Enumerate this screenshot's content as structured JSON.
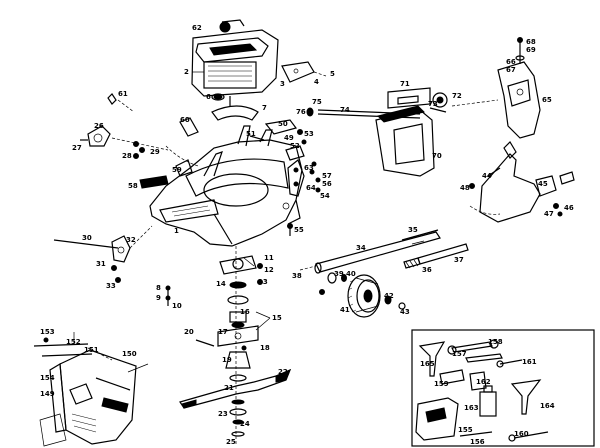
{
  "parts": [
    {
      "n": "1"
    },
    {
      "n": "2"
    },
    {
      "n": "3"
    },
    {
      "n": "4"
    },
    {
      "n": "5"
    },
    {
      "n": "6"
    },
    {
      "n": "7"
    },
    {
      "n": "8"
    },
    {
      "n": "9"
    },
    {
      "n": "10"
    },
    {
      "n": "11"
    },
    {
      "n": "12"
    },
    {
      "n": "13"
    },
    {
      "n": "14"
    },
    {
      "n": "15"
    },
    {
      "n": "16"
    },
    {
      "n": "17"
    },
    {
      "n": "18"
    },
    {
      "n": "19"
    },
    {
      "n": "20"
    },
    {
      "n": "21"
    },
    {
      "n": "22"
    },
    {
      "n": "23"
    },
    {
      "n": "24"
    },
    {
      "n": "25"
    },
    {
      "n": "26"
    },
    {
      "n": "27"
    },
    {
      "n": "28"
    },
    {
      "n": "29"
    },
    {
      "n": "30"
    },
    {
      "n": "31"
    },
    {
      "n": "32"
    },
    {
      "n": "33"
    },
    {
      "n": "34"
    },
    {
      "n": "35"
    },
    {
      "n": "36"
    },
    {
      "n": "37"
    },
    {
      "n": "38"
    },
    {
      "n": "39"
    },
    {
      "n": "40"
    },
    {
      "n": "41"
    },
    {
      "n": "42"
    },
    {
      "n": "43"
    },
    {
      "n": "44"
    },
    {
      "n": "45"
    },
    {
      "n": "46"
    },
    {
      "n": "47"
    },
    {
      "n": "48"
    },
    {
      "n": "49"
    },
    {
      "n": "50"
    },
    {
      "n": "51"
    },
    {
      "n": "52"
    },
    {
      "n": "53"
    },
    {
      "n": "54"
    },
    {
      "n": "55"
    },
    {
      "n": "56"
    },
    {
      "n": "57"
    },
    {
      "n": "58"
    },
    {
      "n": "59"
    },
    {
      "n": "60"
    },
    {
      "n": "61"
    },
    {
      "n": "62"
    },
    {
      "n": "63"
    },
    {
      "n": "64"
    },
    {
      "n": "65"
    },
    {
      "n": "66"
    },
    {
      "n": "67"
    },
    {
      "n": "68"
    },
    {
      "n": "69"
    },
    {
      "n": "70"
    },
    {
      "n": "71"
    },
    {
      "n": "72"
    },
    {
      "n": "73"
    },
    {
      "n": "74"
    },
    {
      "n": "75"
    },
    {
      "n": "76"
    },
    {
      "n": "149"
    },
    {
      "n": "150"
    },
    {
      "n": "151"
    },
    {
      "n": "152"
    },
    {
      "n": "153"
    },
    {
      "n": "154"
    },
    {
      "n": "155"
    },
    {
      "n": "156"
    },
    {
      "n": "157"
    },
    {
      "n": "158"
    },
    {
      "n": "159"
    },
    {
      "n": "160"
    },
    {
      "n": "161"
    },
    {
      "n": "162"
    },
    {
      "n": "163"
    },
    {
      "n": "164"
    },
    {
      "n": "165"
    }
  ]
}
